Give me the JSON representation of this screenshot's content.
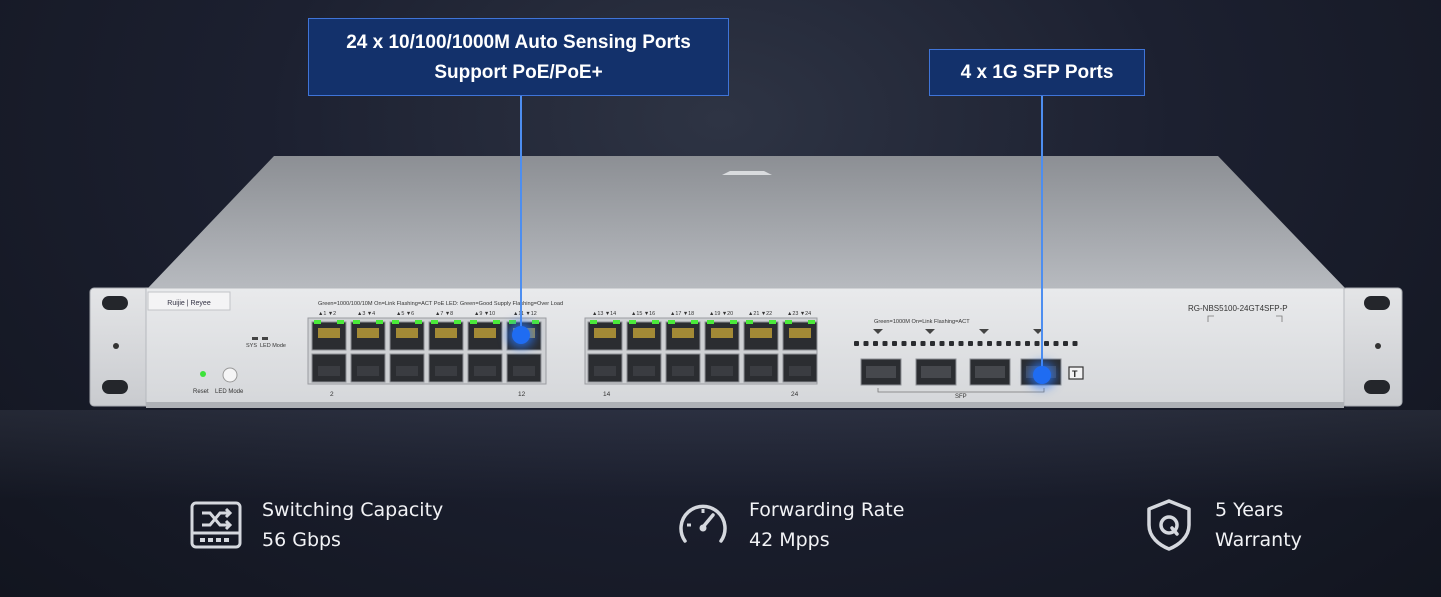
{
  "callouts": {
    "ports_line1": "24 x 10/100/1000M Auto Sensing Ports",
    "ports_line2": "Support PoE/PoE+",
    "sfp": "4 x 1G SFP Ports"
  },
  "device": {
    "brand": "Ruijie | Reyee",
    "model": "RG-NBS5100-24GT4SFP-P",
    "led_legend_left": "Green=1000/100/10M   On=Link   Flashing=ACT   PoE LED: Green=Good Supply   Flashing=Over Load",
    "led_legend_sfp": "Green=1000M   On=Link   Flashing=ACT",
    "sys_label": "SYS",
    "led_mode_label": "LED Mode",
    "reset_label": "Reset",
    "led_mode_button_label": "LED Mode",
    "sfp_label": "SFP",
    "port_label_2": "2",
    "port_label_12": "12",
    "port_label_14": "14",
    "port_label_24": "24",
    "port_top_labels_a": [
      "▲1 ▼2",
      "▲3 ▼4",
      "▲5 ▼6",
      "▲7 ▼8",
      "▲9 ▼10",
      "▲11 ▼12"
    ],
    "port_top_labels_b": [
      "▲13 ▼14",
      "▲15 ▼16",
      "▲17 ▼18",
      "▲19 ▼20",
      "▲21 ▼22",
      "▲23 ▼24"
    ],
    "console_label": "T"
  },
  "features": [
    {
      "icon": "switching-capacity-icon",
      "line1": "Switching Capacity",
      "line2": "56 Gbps"
    },
    {
      "icon": "speedometer-icon",
      "line1": "Forwarding Rate",
      "line2": "42 Mpps"
    },
    {
      "icon": "shield-warranty-icon",
      "line1": "5 Years",
      "line2": "Warranty"
    }
  ],
  "colors": {
    "callout_bg": "#13316b",
    "callout_border": "#3f74d8",
    "highlight": "#1f6cf2",
    "port_led": "#4bea3a"
  }
}
